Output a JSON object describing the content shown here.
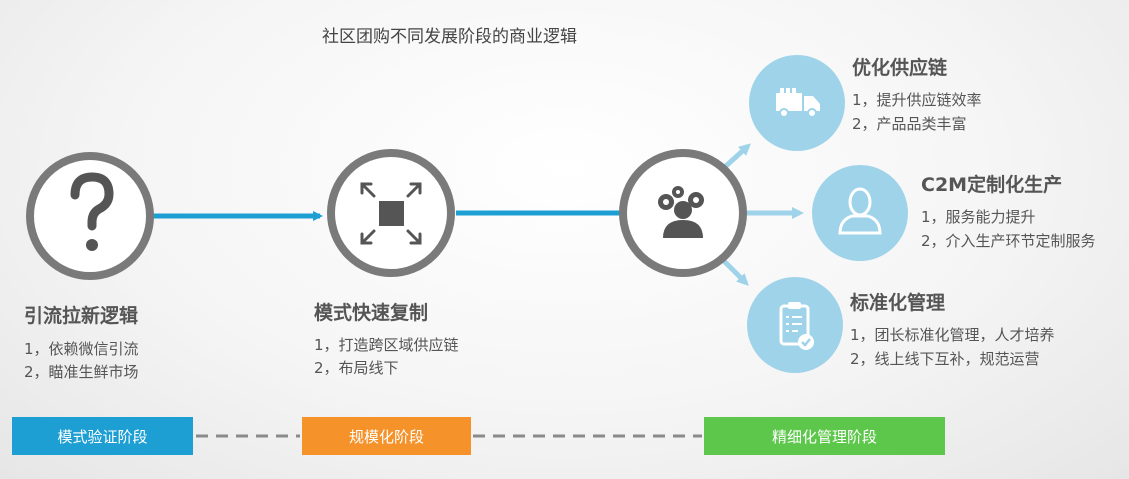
{
  "title": "社区团购不同发展阶段的商业逻辑",
  "phases": [
    {
      "heading": "引流拉新逻辑",
      "points": [
        "1，依赖微信引流",
        "2，瞄准生鲜市场"
      ],
      "icon": "question-mark-icon"
    },
    {
      "heading": "模式快速复制",
      "points": [
        "1，打造跨区域供应链",
        "2，布局线下"
      ],
      "icon": "expand-arrows-icon"
    },
    {
      "heading": "",
      "points": [],
      "icon": "gears-person-icon"
    }
  ],
  "outcomes": [
    {
      "heading": "优化供应链",
      "points": [
        "1，提升供应链效率",
        "2，产品品类丰富"
      ],
      "icon": "truck-icon"
    },
    {
      "heading": "C2M定制化生产",
      "points": [
        "1，服务能力提升",
        "2，介入生产环节定制服务"
      ],
      "icon": "user-icon"
    },
    {
      "heading": "标准化管理",
      "points": [
        "1，团长标准化管理，人才培养",
        "2，线上线下互补，规范运营"
      ],
      "icon": "clipboard-check-icon"
    }
  ],
  "stages": [
    {
      "label": "模式验证阶段",
      "color": "#1e9fd4"
    },
    {
      "label": "规模化阶段",
      "color": "#f5922a"
    },
    {
      "label": "精细化管理阶段",
      "color": "#5cc74a"
    }
  ],
  "colors": {
    "ring": "#7a7a7a",
    "arrow": "#1e9fd4",
    "light_arrow": "#9fd3ea",
    "bubble": "#9fd3ea",
    "dash": "#8a8a8a"
  }
}
